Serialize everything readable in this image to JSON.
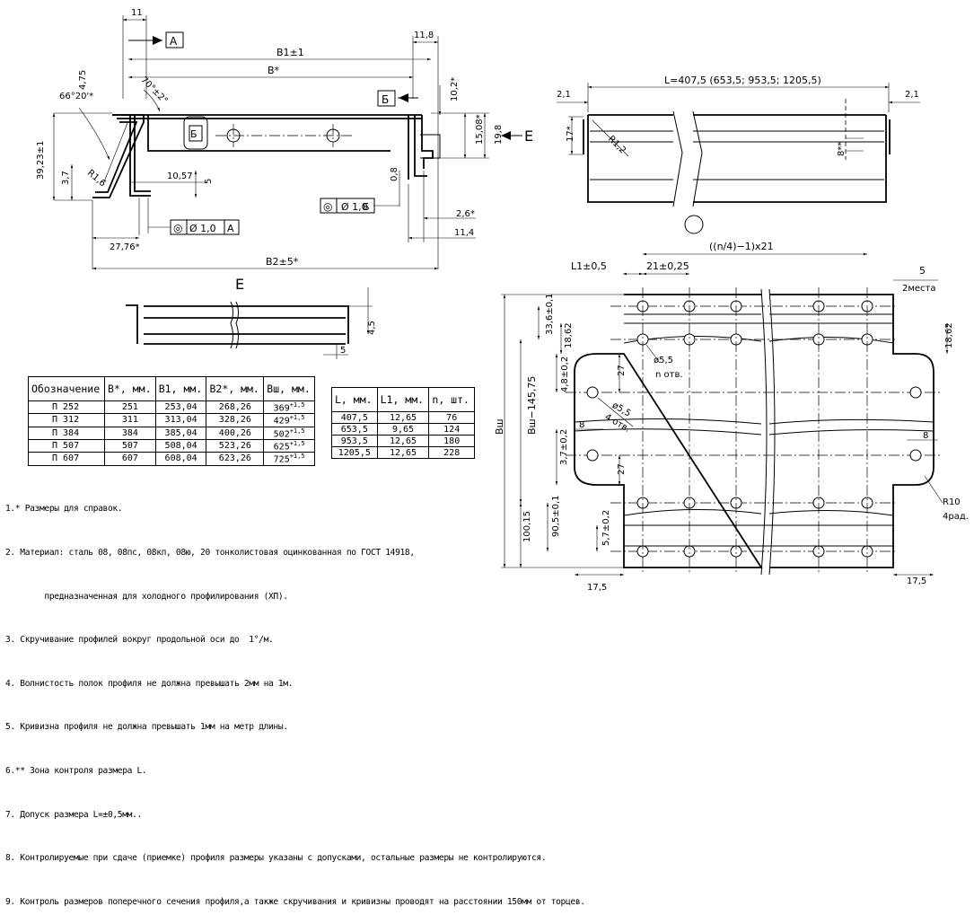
{
  "section_view": {
    "datum_a": "А",
    "datum_b": "Б",
    "dims": {
      "d11": "11",
      "d118": "11,8",
      "b1": "B1±1",
      "b": "B*",
      "d475": "4,75",
      "angle66": "66°20'*",
      "angle70": "70°±2°",
      "d102": "10,2*",
      "d1508": "15,08*",
      "d198": "19,8",
      "h3923": "39,23±1",
      "d37": "3,7",
      "r16": "R1,6",
      "d1057": "10,57",
      "d5": "5",
      "d08": "0,8",
      "d26": "2,6*",
      "d114": "11,4",
      "d2776": "27,76*",
      "b2": "B2±5*",
      "view_e_arrow": "E"
    },
    "tol_a": {
      "symbol": "◎",
      "value": "Ø 1,0",
      "datum": "А"
    },
    "tol_b": {
      "symbol": "◎",
      "value": "Ø 1,0",
      "datum": "Б"
    }
  },
  "view_e": {
    "title": "E",
    "d45": "4,5",
    "d5": "5"
  },
  "side_view": {
    "length": "L=407,5 (653,5;  953,5;  1205,5)",
    "d21_left": "2,1",
    "d21_right": "2,1",
    "d17": "17*",
    "r12": "R1,2",
    "d8": "8**"
  },
  "plan_view": {
    "pitch": "((n/4)−1)x21",
    "l1": "L1±0,5",
    "d21": "21±0,25",
    "d5": "5",
    "two_places": "2места",
    "d336": "33,6±0,1",
    "d1862_left": "18,62",
    "d1862_right": "18,62",
    "hole55": "ø5,5",
    "n_holes": "n отв.",
    "d27_top": "27",
    "d48": "4,8±0,2",
    "hole55b": "ø5,5",
    "four_holes": "4 отв.",
    "d8_left": "8",
    "d8_right": "8",
    "d37": "3,7±0,2",
    "d27_bot": "27",
    "bsh": "Вш",
    "bsh_minus": "Вш−145,75",
    "r10": "R10",
    "four_rad": "4рад.",
    "d10015": "100,15",
    "d905": "90,5±0,1",
    "d57": "5,7±0,2",
    "d175_left": "17,5",
    "d175_right": "17,5"
  },
  "table1": {
    "headers": [
      "Обозначение",
      "B*, мм.",
      "B1, мм.",
      "B2*, мм.",
      "Вш,  мм."
    ],
    "rows": [
      {
        "des": "П 252",
        "b": "251",
        "b1": "253,04",
        "b2": "268,26",
        "bsh": "369",
        "tol": "+1,5"
      },
      {
        "des": "П 312",
        "b": "311",
        "b1": "313,04",
        "b2": "328,26",
        "bsh": "429",
        "tol": "+1,5"
      },
      {
        "des": "П 384",
        "b": "384",
        "b1": "385,04",
        "b2": "400,26",
        "bsh": "502",
        "tol": "+1,5"
      },
      {
        "des": "П 507",
        "b": "507",
        "b1": "508,04",
        "b2": "523,26",
        "bsh": "625",
        "tol": "+1,5"
      },
      {
        "des": "П 607",
        "b": "607",
        "b1": "608,04",
        "b2": "623,26",
        "bsh": "725",
        "tol": "+1,5"
      }
    ]
  },
  "table2": {
    "headers": [
      "L, мм.",
      "L1, мм.",
      "n, шт."
    ],
    "rows": [
      {
        "l": "407,5",
        "l1": "12,65",
        "n": "76"
      },
      {
        "l": "653,5",
        "l1": "9,65",
        "n": "124"
      },
      {
        "l": "953,5",
        "l1": "12,65",
        "n": "180"
      },
      {
        "l": "1205,5",
        "l1": "12,65",
        "n": "228"
      }
    ]
  },
  "notes": [
    "1.* Размеры для справок.",
    "2. Материал: сталь 08, 08пс, 08кп, 08ю, 20 тонколистовая оцинкованная по ГОСТ 14918,",
    "        предназначенная для холодного профилирования (ХП).",
    "3. Скручивание профилей вокруг продольной оси до  1°/м.",
    "4. Волнистость полок профиля не должна превышать 2мм на 1м.",
    "5. Кривизна профиля не должна превышать 1мм на метр длины.",
    "6.** Зона контроля размера L.",
    "7. Допуск размера L=±0,5мм..",
    "8. Контролируемые при сдаче (приемке) профиля размеры указаны с допусками, остальные размеры не контролируются.",
    "9. Контроль размеров поперечного сечения профиля,а также скручивания и кривизны проводят на расстоянии 150мм от торцев."
  ]
}
